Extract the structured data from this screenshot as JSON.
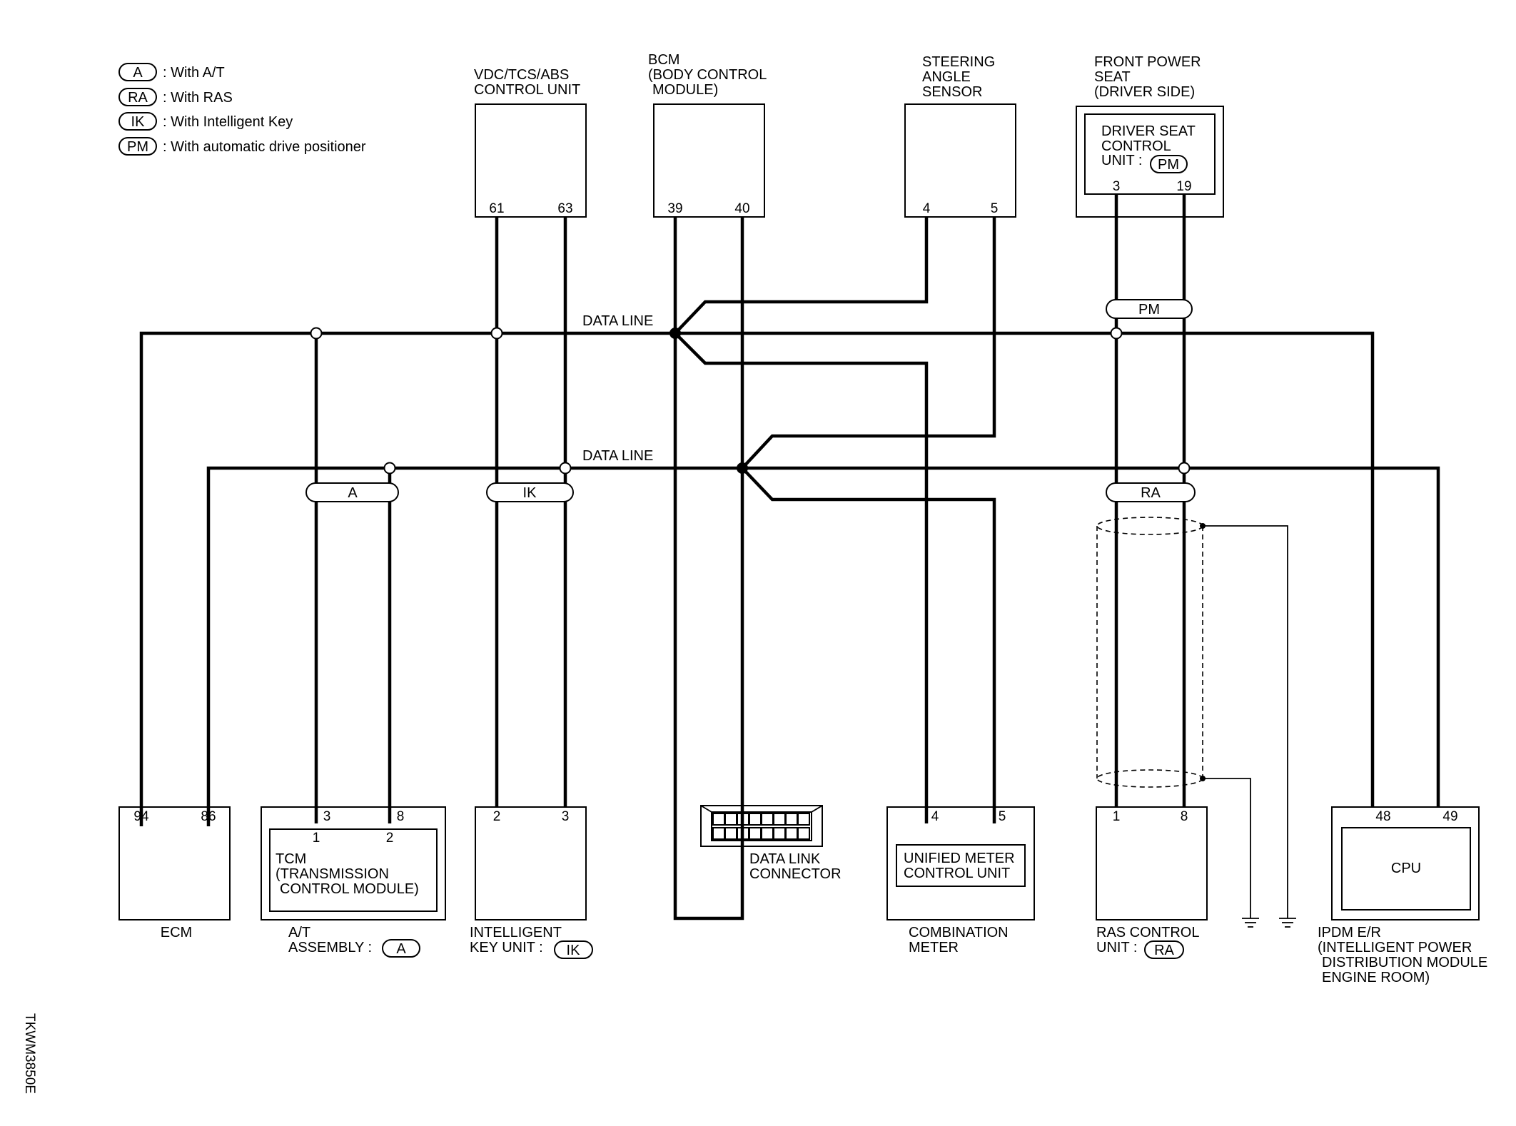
{
  "legend": [
    {
      "code": "A",
      "text": ": With A/T"
    },
    {
      "code": "RA",
      "text": ": With RAS"
    },
    {
      "code": "IK",
      "text": ": With Intelligent Key"
    },
    {
      "code": "PM",
      "text": ": With automatic drive positioner"
    }
  ],
  "data_line_label": "DATA LINE",
  "top_units": {
    "vdc": {
      "label": [
        "VDC/TCS/ABS",
        "CONTROL UNIT"
      ],
      "pins": [
        "61",
        "63"
      ]
    },
    "bcm": {
      "label": [
        "BCM",
        "(BODY CONTROL",
        "MODULE)"
      ],
      "pins": [
        "39",
        "40"
      ]
    },
    "steering": {
      "label": [
        "STEERING",
        "ANGLE",
        "SENSOR"
      ],
      "pins": [
        "4",
        "5"
      ]
    },
    "seat": {
      "label": [
        "FRONT POWER",
        "SEAT",
        "(DRIVER SIDE)"
      ],
      "inner": [
        "DRIVER SEAT",
        "CONTROL",
        "UNIT :"
      ],
      "inner_code": "PM",
      "pins": [
        "3",
        "19"
      ]
    }
  },
  "bottom_units": {
    "ecm": {
      "label": [
        "ECM"
      ],
      "pins": [
        "94",
        "86"
      ]
    },
    "at": {
      "label": [
        "A/T",
        "ASSEMBLY :"
      ],
      "code": "A",
      "pins": [
        "3",
        "8"
      ],
      "inner_pins": [
        "1",
        "2"
      ],
      "inner": [
        "TCM",
        "(TRANSMISSION",
        "CONTROL MODULE)"
      ]
    },
    "ikey": {
      "label": [
        "INTELLIGENT",
        "KEY UNIT :"
      ],
      "code": "IK",
      "pins": [
        "2",
        "3"
      ]
    },
    "dlc": {
      "label": [
        "DATA LINK",
        "CONNECTOR"
      ]
    },
    "meter": {
      "label": [
        "COMBINATION",
        "METER"
      ],
      "inner": [
        "UNIFIED METER",
        "CONTROL UNIT"
      ],
      "pins": [
        "4",
        "5"
      ]
    },
    "ras": {
      "label": [
        "RAS CONTROL",
        "UNIT :"
      ],
      "code": "RA",
      "pins": [
        "1",
        "8"
      ]
    },
    "ipdm": {
      "label": [
        "IPDM E/R",
        "(INTELLIGENT POWER",
        "DISTRIBUTION MODULE",
        "ENGINE ROOM)"
      ],
      "inner": [
        "CPU"
      ],
      "pins": [
        "48",
        "49"
      ]
    }
  },
  "option_markers": {
    "A": "A",
    "IK": "IK",
    "RA": "RA",
    "PM": "PM"
  },
  "figure_id": "TKWM3850E"
}
